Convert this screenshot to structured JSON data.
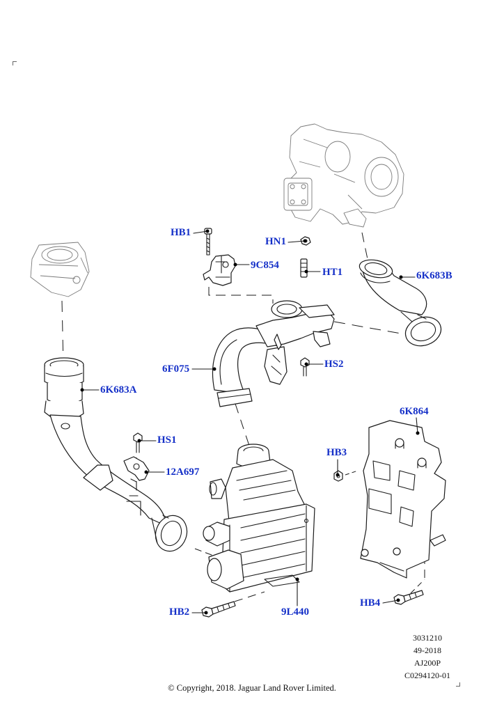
{
  "callouts": {
    "hb1": "HB1",
    "hn1": "HN1",
    "c9c854": "9C854",
    "ht1": "HT1",
    "k6k683b": "6K683B",
    "f6f075": "6F075",
    "hs2": "HS2",
    "k6k683a": "6K683A",
    "k6k864": "6K864",
    "hs1": "HS1",
    "a12a697": "12A697",
    "hb3": "HB3",
    "hb2": "HB2",
    "l9l440": "9L440",
    "hb4": "HB4"
  },
  "meta": {
    "line1": "3031210",
    "line2": "49-2018",
    "line3": "AJ200P",
    "line4": "C0294120-01"
  },
  "copyright": "© Copyright, 2018. Jaguar Land Rover Limited.",
  "colors": {
    "callout": "#1530c8",
    "line": "#1a1a1a",
    "ghost": "#7a7a7a"
  }
}
